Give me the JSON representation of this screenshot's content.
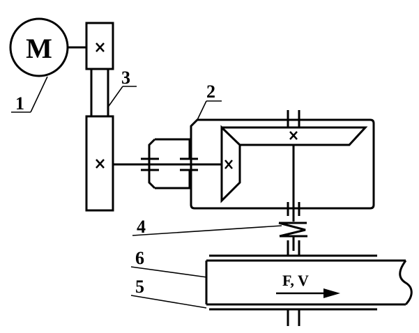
{
  "labels": {
    "motor_symbol": "M",
    "callout_1": "1",
    "callout_2": "2",
    "callout_3": "3",
    "callout_4": "4",
    "callout_5": "5",
    "callout_6": "6",
    "force_velocity": "F, V"
  }
}
